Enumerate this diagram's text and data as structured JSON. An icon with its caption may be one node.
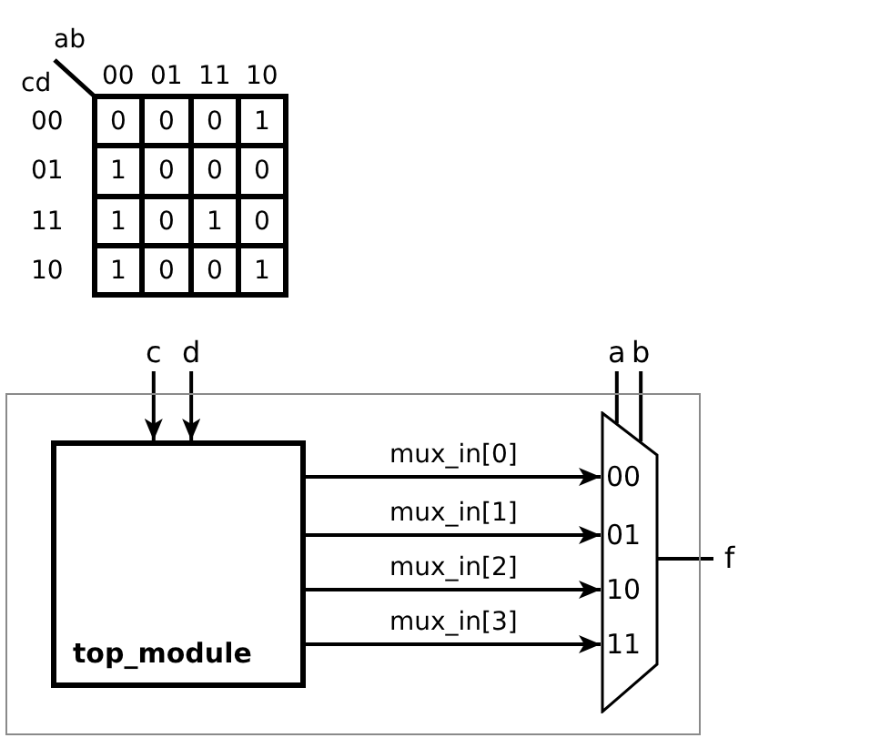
{
  "diagram": {
    "nodes": [
      {
        "text": [],
        "shape": "box"
      },
      {
        "text": [
          "top_module"
        ],
        "in": 0
      },
      {
        "text": [
          "00",
          "01",
          "10",
          "11"
        ],
        "in": 0
      },
      {
        "text": [
          "c"
        ]
      },
      {
        "text": [
          "d"
        ]
      },
      {
        "text": [
          "a"
        ]
      },
      {
        "text": [
          "b"
        ]
      },
      {
        "text": [
          "f"
        ]
      }
    ],
    "edges": [
      {
        "from": 3,
        "to": 1,
        "arrow": "to"
      },
      {
        "from": 4,
        "to": 1,
        "arrow": "to"
      },
      {
        "from": 1,
        "to": 2,
        "arrow": "to",
        "label": "mux_in[0]"
      },
      {
        "from": 1,
        "to": 2,
        "arrow": "to",
        "label": "mux_in[1]"
      },
      {
        "from": 1,
        "to": 2,
        "arrow": "to",
        "label": "mux_in[2]"
      },
      {
        "from": 1,
        "to": 2,
        "arrow": "to",
        "label": "mux_in[3]"
      },
      {
        "from": 5,
        "to": 2,
        "arrow": "none"
      },
      {
        "from": 6,
        "to": 2,
        "arrow": "none"
      },
      {
        "from": 2,
        "to": 7,
        "arrow": "none"
      }
    ],
    "labels": [
      "ab",
      "cd",
      "00",
      "01",
      "11",
      "10",
      "00",
      "0",
      "0",
      "0",
      "1",
      "01",
      "1",
      "0",
      "0",
      "0",
      "11",
      "1",
      "0",
      "1",
      "0",
      "10",
      "1",
      "0",
      "0",
      "1"
    ]
  }
}
